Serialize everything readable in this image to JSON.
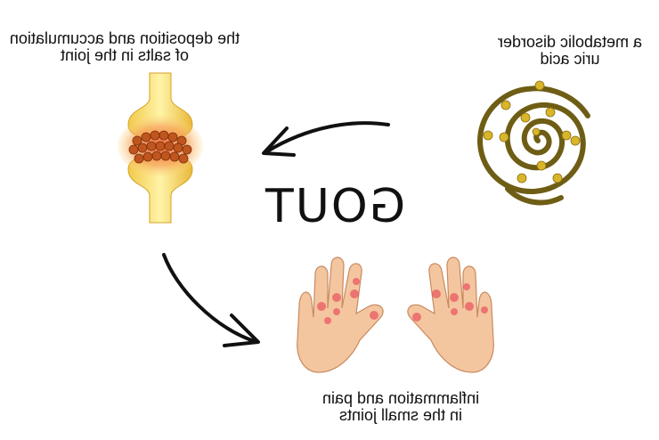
{
  "title": "GOUT",
  "captions": {
    "deposition": [
      "the deposition and accumulation",
      "of salts in the joint"
    ],
    "metabolic": [
      "a metabolic disorder",
      "uric acid"
    ],
    "inflammation": [
      "inflammation and pain",
      "in the small joints"
    ]
  },
  "colors": {
    "bone": "#f5d86a",
    "inflamed": "#f08a3a",
    "crystal": "#c9a227",
    "spiral": "#7a6a1a",
    "skin": "#f3c6a0",
    "redness": "#e8324a",
    "arrow": "#111111"
  },
  "icons": [
    "joint-icon",
    "uric-acid-spiral-icon",
    "hands-icon",
    "arrow-icon"
  ],
  "note": "image is horizontally mirrored"
}
